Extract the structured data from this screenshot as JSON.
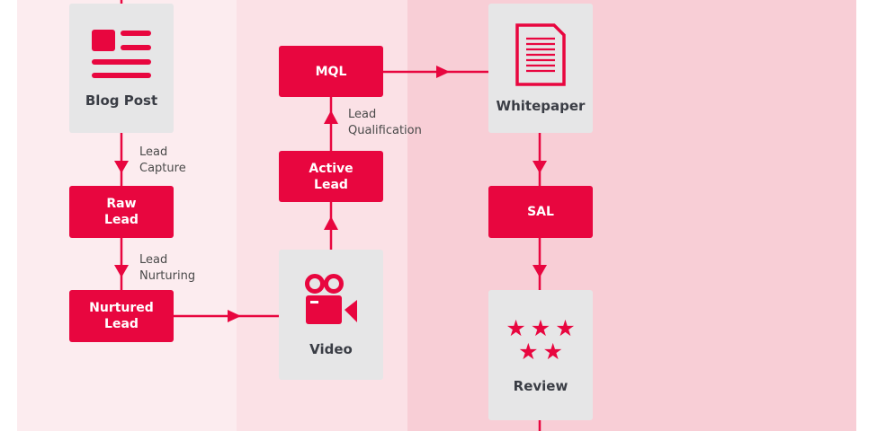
{
  "colors": {
    "accent": "#e8063f",
    "card_bg": "#e6e6e7",
    "band_1": "#fcecef",
    "band_2": "#fbe1e6",
    "band_3": "#f8ced6"
  },
  "nodes": {
    "blog_post": {
      "label": "Blog Post",
      "icon": "article-icon"
    },
    "raw_lead": {
      "label": "Raw\nLead"
    },
    "nurtured_lead": {
      "label": "Nurtured\nLead"
    },
    "video": {
      "label": "Video",
      "icon": "video-camera-icon"
    },
    "active_lead": {
      "label": "Active\nLead"
    },
    "mql": {
      "label": "MQL"
    },
    "whitepaper": {
      "label": "Whitepaper",
      "icon": "document-icon"
    },
    "sal": {
      "label": "SAL"
    },
    "review": {
      "label": "Review",
      "icon": "five-stars-icon"
    }
  },
  "edge_labels": {
    "lead_capture": "Lead\nCapture",
    "lead_nurturing": "Lead\nNurturing",
    "lead_qualification": "Lead\nQualification"
  }
}
